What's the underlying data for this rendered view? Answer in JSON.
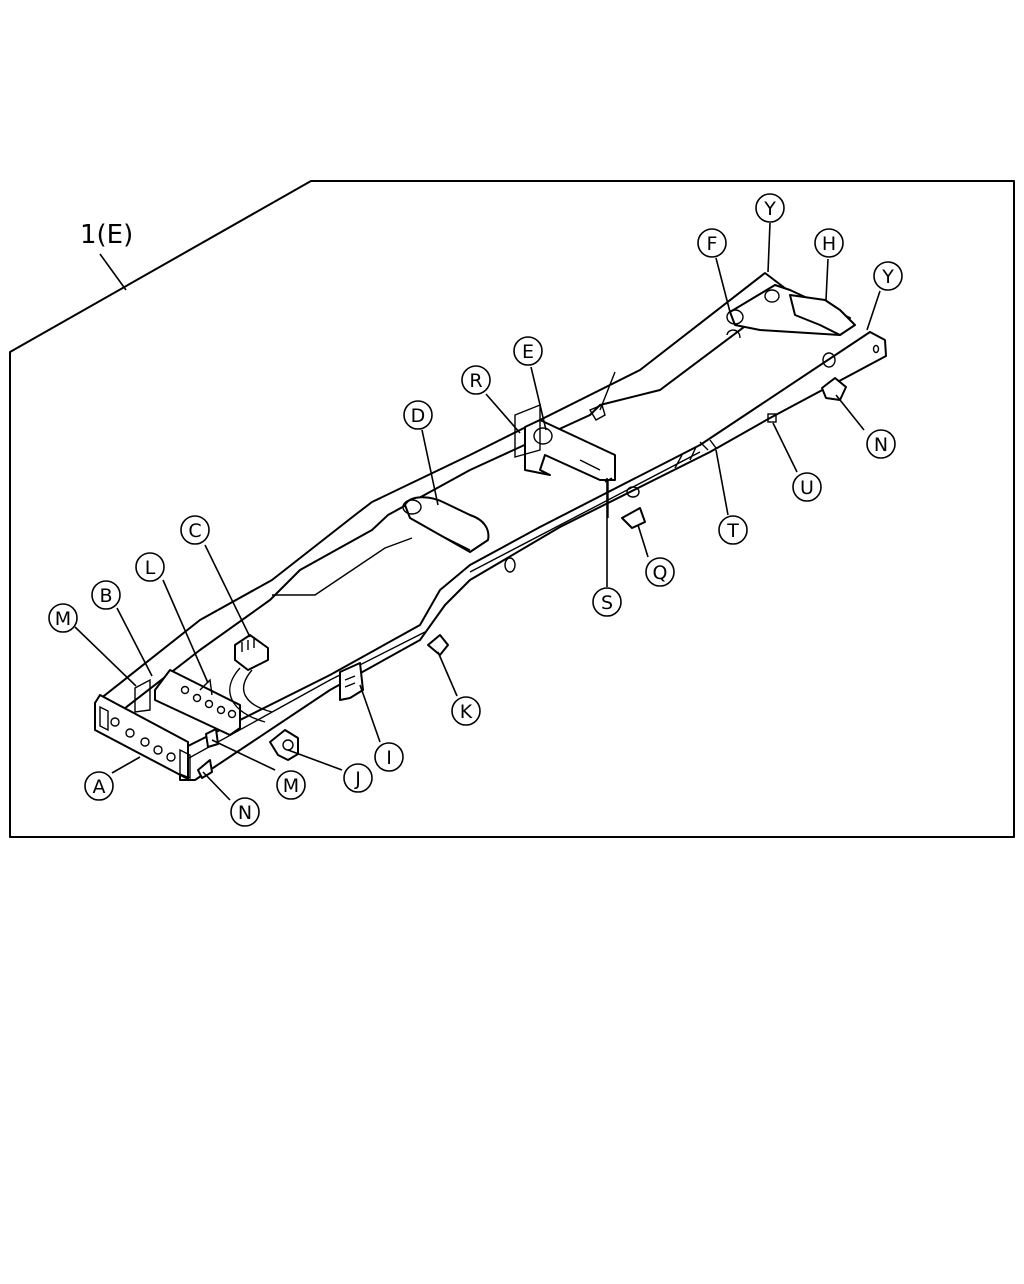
{
  "diagram": {
    "title": "1(E)",
    "callouts": {
      "A": "A",
      "B": "B",
      "C": "C",
      "D": "D",
      "E": "E",
      "F": "F",
      "H": "H",
      "I": "I",
      "J": "J",
      "K": "K",
      "L": "L",
      "M": "M",
      "N": "N",
      "Q": "Q",
      "R": "R",
      "S": "S",
      "T": "T",
      "U": "U",
      "Y": "Y"
    }
  }
}
